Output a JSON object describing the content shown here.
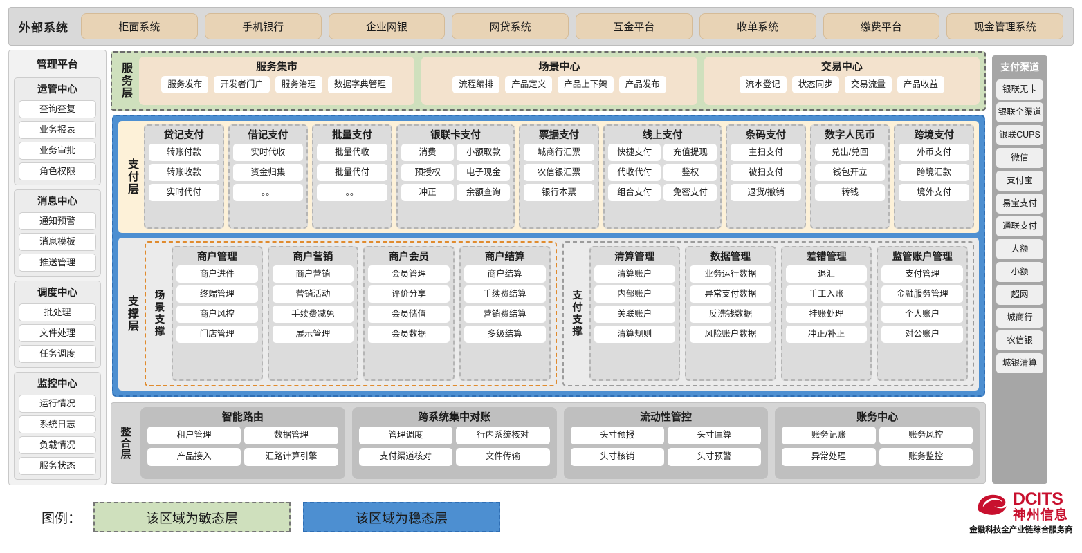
{
  "external": {
    "title": "外部系统",
    "systems": [
      "柜面系统",
      "手机银行",
      "企业网银",
      "网贷系统",
      "互金平台",
      "收单系统",
      "缴费平台",
      "现金管理系统"
    ]
  },
  "left_sidebar": {
    "title": "管理平台",
    "groups": [
      {
        "title": "运管中心",
        "items": [
          "查询查复",
          "业务报表",
          "业务审批",
          "角色权限"
        ]
      },
      {
        "title": "消息中心",
        "items": [
          "通知预警",
          "消息模板",
          "推送管理"
        ]
      },
      {
        "title": "调度中心",
        "items": [
          "批处理",
          "文件处理",
          "任务调度"
        ]
      },
      {
        "title": "监控中心",
        "items": [
          "运行情况",
          "系统日志",
          "负载情况",
          "服务状态"
        ]
      }
    ]
  },
  "right_sidebar": {
    "title": "支付渠道",
    "items": [
      "银联无卡",
      "银联全渠道",
      "银联CUPS",
      "微信",
      "支付宝",
      "易宝支付",
      "通联支付",
      "大额",
      "小额",
      "超网",
      "城商行",
      "农信银",
      "城银清算"
    ]
  },
  "service_layer": {
    "label": "服务层",
    "cards": [
      {
        "title": "服务集市",
        "items": [
          "服务发布",
          "开发者门户",
          "服务治理",
          "数据字典管理"
        ]
      },
      {
        "title": "场景中心",
        "items": [
          "流程编排",
          "产品定义",
          "产品上下架",
          "产品发布"
        ]
      },
      {
        "title": "交易中心",
        "items": [
          "流水登记",
          "状态同步",
          "交易流量",
          "产品收益"
        ]
      }
    ]
  },
  "payment_layer": {
    "label": "支付层",
    "groups": [
      {
        "title": "贷记支付",
        "cols": 1,
        "items": [
          "转账付款",
          "转账收款",
          "实时代付"
        ]
      },
      {
        "title": "借记支付",
        "cols": 1,
        "items": [
          "实时代收",
          "资金归集",
          "。。"
        ]
      },
      {
        "title": "批量支付",
        "cols": 1,
        "items": [
          "批量代收",
          "批量代付",
          "。。"
        ]
      },
      {
        "title": "银联卡支付",
        "cols": 2,
        "items": [
          "消费",
          "小额取款",
          "预授权",
          "电子现金",
          "冲正",
          "余额查询"
        ]
      },
      {
        "title": "票据支付",
        "cols": 1,
        "items": [
          "城商行汇票",
          "农信银汇票",
          "银行本票"
        ]
      },
      {
        "title": "线上支付",
        "cols": 2,
        "items": [
          "快捷支付",
          "充值提现",
          "代收代付",
          "鉴权",
          "组合支付",
          "免密支付"
        ]
      },
      {
        "title": "条码支付",
        "cols": 1,
        "items": [
          "主扫支付",
          "被扫支付",
          "退货/撤销"
        ]
      },
      {
        "title": "数字人民币",
        "cols": 1,
        "items": [
          "兑出/兑回",
          "钱包开立",
          "转钱"
        ]
      },
      {
        "title": "跨境支付",
        "cols": 1,
        "items": [
          "外币支付",
          "跨境汇款",
          "境外支付"
        ]
      }
    ]
  },
  "support_layer": {
    "label": "支撑层",
    "panels": [
      {
        "label": "场景支撑",
        "kind": "agile",
        "groups": [
          {
            "title": "商户管理",
            "items": [
              "商户进件",
              "终端管理",
              "商户风控",
              "门店管理"
            ]
          },
          {
            "title": "商户营销",
            "items": [
              "商户营销",
              "营销活动",
              "手续费减免",
              "展示管理"
            ]
          },
          {
            "title": "商户会员",
            "items": [
              "会员管理",
              "评价分享",
              "会员储值",
              "会员数据"
            ]
          },
          {
            "title": "商户结算",
            "items": [
              "商户结算",
              "手续费结算",
              "营销费结算",
              "多级结算"
            ]
          }
        ]
      },
      {
        "label": "支付支撑",
        "kind": "stable",
        "groups": [
          {
            "title": "清算管理",
            "items": [
              "清算账户",
              "内部账户",
              "关联账户",
              "清算规则"
            ]
          },
          {
            "title": "数据管理",
            "items": [
              "业务运行数据",
              "异常支付数据",
              "反洗钱数据",
              "风险账户数据"
            ]
          },
          {
            "title": "差错管理",
            "items": [
              "退汇",
              "手工入账",
              "挂账处理",
              "冲正/补正"
            ]
          },
          {
            "title": "监管账户管理",
            "items": [
              "支付管理",
              "金融服务管理",
              "个人账户",
              "对公账户"
            ]
          }
        ]
      }
    ]
  },
  "integration_layer": {
    "label": "整合层",
    "cards": [
      {
        "title": "智能路由",
        "items": [
          "租户管理",
          "数据管理",
          "产品接入",
          "汇路计算引擎"
        ]
      },
      {
        "title": "跨系统集中对账",
        "items": [
          "管理调度",
          "行内系统核对",
          "支付渠道核对",
          "文件传输"
        ]
      },
      {
        "title": "流动性管控",
        "items": [
          "头寸预报",
          "头寸匡算",
          "头寸核销",
          "头寸预警"
        ]
      },
      {
        "title": "账务中心",
        "items": [
          "账务记账",
          "账务风控",
          "异常处理",
          "账务监控"
        ]
      }
    ]
  },
  "legend": {
    "label": "图例：",
    "agile_text": "该区域为敏态层",
    "stable_text": "该区域为稳态层",
    "agile_color": "#cfe0bd",
    "stable_color": "#4d8fd1"
  },
  "logo": {
    "brand": "DCITS",
    "brand_cn": "神州信息",
    "tagline": "金融科技全产业链综合服务商",
    "color": "#c8102e"
  }
}
